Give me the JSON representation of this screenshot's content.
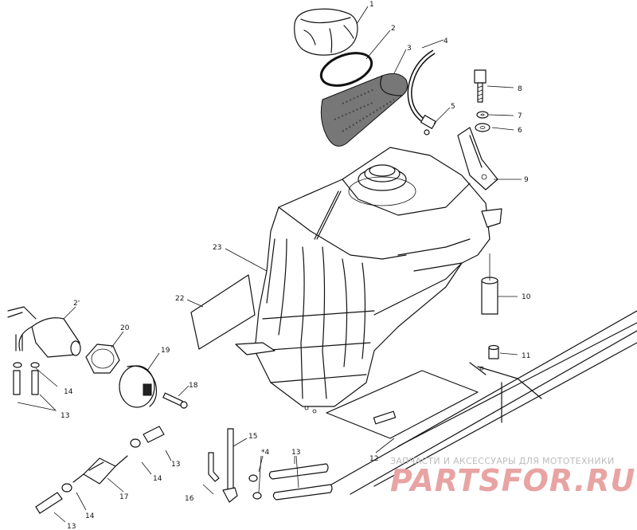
{
  "callouts": {
    "c1": "1",
    "c2": "2",
    "c3": "3",
    "c4": "4",
    "c5": "5",
    "c6": "6",
    "c7": "7",
    "c8": "8",
    "c9": "9",
    "c10": "10",
    "c11": "11",
    "c12": "12",
    "c13a": "13",
    "c13b": "13",
    "c13c": "13",
    "c13d": "13",
    "c14a": "14",
    "c14b": "14",
    "c14c": "14",
    "c14d": "*4",
    "c15": "15",
    "c16": "16",
    "c17": "17",
    "c18": "18",
    "c19": "19",
    "c20": "20",
    "c21": "2'",
    "c22": "22",
    "c23": "23"
  },
  "watermark": {
    "caption": "ЗАПЧАСТИ И АКСЕССУАРЫ ДЛЯ МОТОТЕХНИКИ",
    "logo": "PARTSFOR.RU",
    "color": "#e8a3a3"
  }
}
